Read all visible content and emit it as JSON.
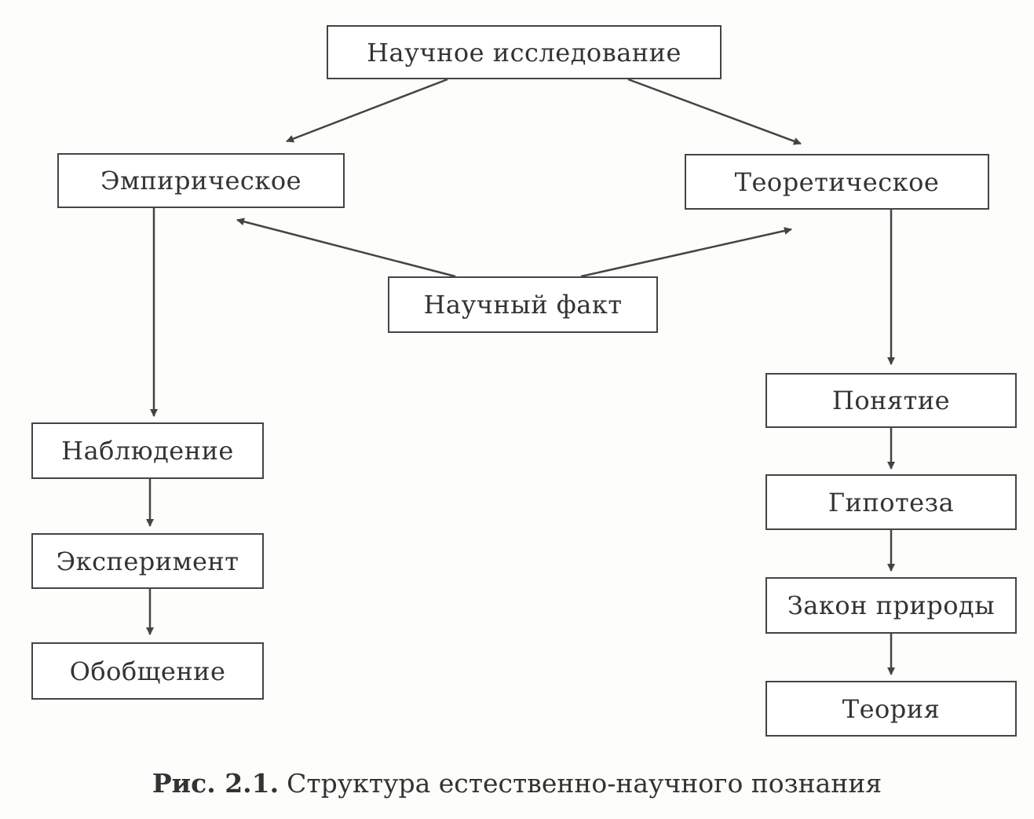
{
  "diagram": {
    "nodes": {
      "research": "Научное исследование",
      "empirical": "Эмпирическое",
      "theoretical": "Теоретическое",
      "fact": "Научный факт",
      "observation": "Наблюдение",
      "experiment": "Эксперимент",
      "generalization": "Обобщение",
      "concept": "Понятие",
      "hypothesis": "Гипотеза",
      "law": "Закон природы",
      "theory": "Теория"
    },
    "edges": [
      {
        "from": "research",
        "to": "empirical"
      },
      {
        "from": "research",
        "to": "theoretical"
      },
      {
        "from": "fact",
        "to": "empirical"
      },
      {
        "from": "fact",
        "to": "theoretical"
      },
      {
        "from": "empirical",
        "to": "observation"
      },
      {
        "from": "observation",
        "to": "experiment"
      },
      {
        "from": "experiment",
        "to": "generalization"
      },
      {
        "from": "theoretical",
        "to": "concept"
      },
      {
        "from": "concept",
        "to": "hypothesis"
      },
      {
        "from": "hypothesis",
        "to": "law"
      },
      {
        "from": "law",
        "to": "theory"
      }
    ]
  },
  "caption": {
    "label": "Рис. 2.1.",
    "text": "Структура естественно-научного познания"
  }
}
